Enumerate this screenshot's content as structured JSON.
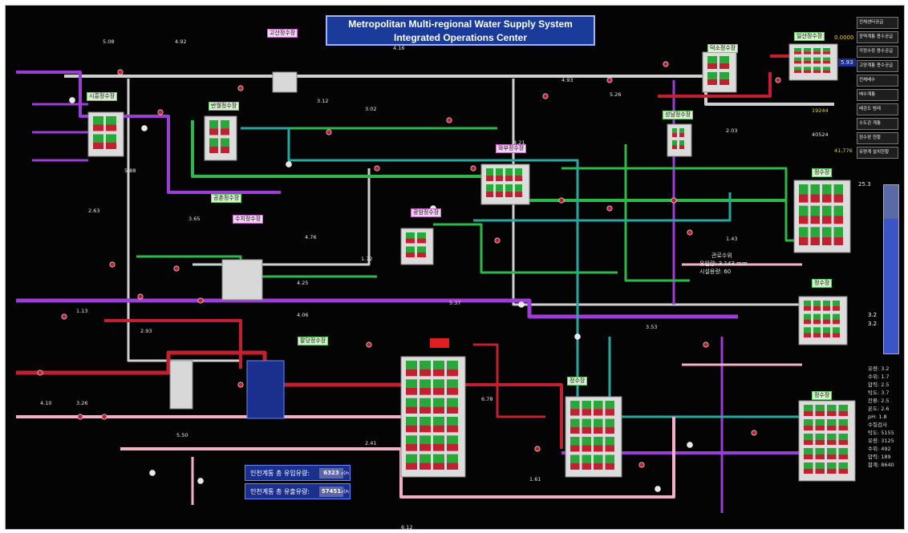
{
  "title": {
    "line1": "Metropolitan Multi-regional Water Supply System",
    "line2": "Integrated Operations Center"
  },
  "legend": [
    "전체센터공급",
    "광역계통 용수공급",
    "각정수장 용수공급",
    "고양계통 용수공급",
    "전체배수",
    "배수계통",
    "배관도 범례",
    "수도관 계통",
    "정수장 현황",
    "유량계 설치현황"
  ],
  "facilities": [
    "시흥정수장",
    "반월정수장",
    "고산정수장",
    "공촌정수장",
    "수지정수장",
    "덕소정수장",
    "일산정수장",
    "성남정수장",
    "와부정수장",
    "광암정수장",
    "팔당정수장",
    "정수장",
    "정수장",
    "정수장",
    "정수장"
  ],
  "flow_totals": {
    "inflow_label": "인천계통 총 유입유량:",
    "inflow_value": "6323",
    "outflow_label": "인천계통 총 유출유량:",
    "outflow_value": "57451",
    "unit": "㎥/h"
  },
  "readouts": {
    "center_line1": "관로수위",
    "center_line2": "유입량: 3.143 mm",
    "center_line3": "시설용량: 60",
    "top_right_flow": "5.93",
    "top_right_value": "0.0000",
    "right_flow1": "19244",
    "right_flow2": "40524",
    "right_flow3": "41,776",
    "right_level1": "25.3",
    "right_level2": "3.2",
    "right_level3": "3.2"
  },
  "right_list": [
    "유량: 3.2",
    "수위: 1.7",
    "압력: 2.5",
    "탁도: 3.7",
    "잔류: 2.5",
    "온도: 2.6",
    "pH: 1.8",
    "수질검사",
    "탁도: 5155",
    "유량: 3125",
    "수위: 492",
    "압력: 189",
    "합계: 8640"
  ],
  "gauge": {
    "level_fraction": 0.8
  },
  "colors": {
    "bg": "#040404",
    "pipe_gray": "#cfcfcf",
    "pipe_purple": "#9b3dd6",
    "pipe_green": "#2fb84a",
    "pipe_red": "#c02030",
    "pipe_pink": "#f0b0c8",
    "pipe_teal": "#2aa6a0",
    "title_bg": "#1a3b9a"
  },
  "pipe_values": [
    "5.08",
    "4.92",
    "4.16",
    "4.93",
    "5.26",
    "3.12",
    "3.02",
    "4.21",
    "5.88",
    "2.63",
    "3.65",
    "4.76",
    "1.72",
    "4.25",
    "1.13",
    "2.93",
    "4.06",
    "5.37",
    "3.53",
    "1.43",
    "2.03",
    "1.61",
    "6.12",
    "4.10",
    "3.26",
    "5.50",
    "2.41",
    "6.78"
  ]
}
